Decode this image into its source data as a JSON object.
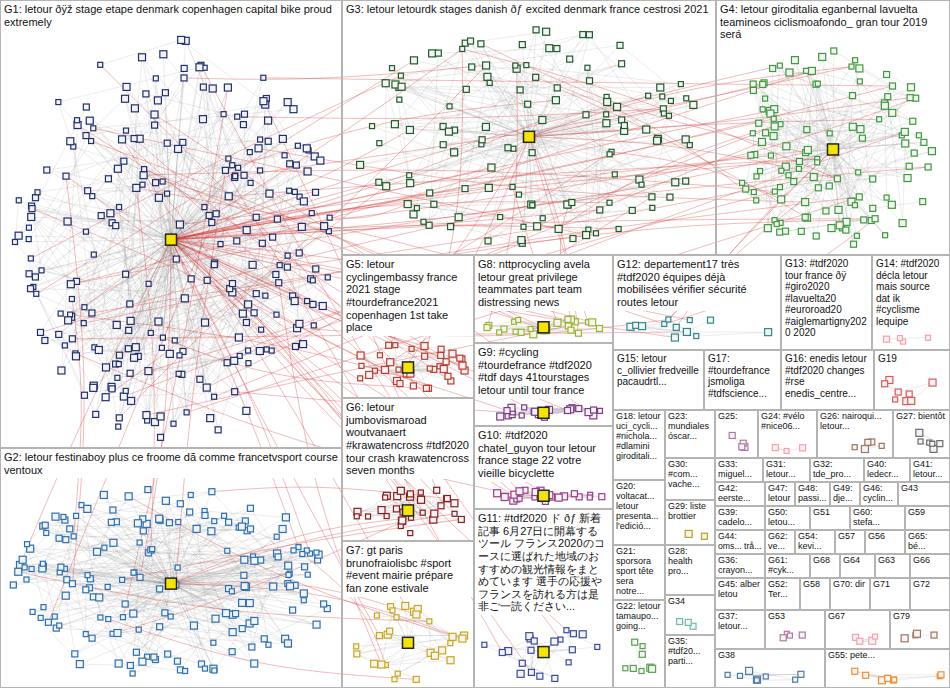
{
  "diagram": {
    "nodes": [
      {
        "text": [
          "G1: letour ðÿž stage etape denmark copenhagen capital bike proud extremely"
        ]
      },
      {
        "text": [
          "G3: letour letourdk stages danish ðƒ excited denmark france cestrosi 2021"
        ]
      },
      {
        "text": [
          "G4: letour giroditalia eganbernal lavuelta teamineos ciclismoafondo_ gran tour 2019 será"
        ]
      },
      {
        "text": [
          "G5: letour cyclingembassy france 2021 stage #tourdefrance2021 copenhagen 1st take place"
        ]
      },
      {
        "text": [
          "G8: nttprocycling avela letour great privilege teammates part team distressing news"
        ]
      },
      {
        "text": [
          "G12: departement17 très #tdf2020 équipes déjà mobilisées vérifier sécurité routes letour"
        ]
      },
      {
        "text": [
          "G13: #tdf2020 tour france ðÿ #giro2020 #lavuelta20 #euroroad20 #aiglemartigny2020 2020"
        ]
      },
      {
        "text": [
          "G14: #tdf2020 décla letour mais source dat ik #cyclisme lequipe"
        ]
      },
      {
        "text": [
          "G9: #cycling #tourdefrance #tdf2020 #tdf days 41tourstages letour until tour france"
        ]
      },
      {
        "text": [
          "G15: letour c_ollivier fredveille pacaudrtl..."
        ]
      },
      {
        "text": [
          "G17: #tourdefrance jsmoliga #tdfscience..."
        ]
      },
      {
        "text": [
          "G16: enedis letour #tdf2020 changes #rse enedis_centre..."
        ]
      },
      {
        "text": [
          "G19"
        ]
      },
      {
        "text": [
          "G6: letour jumbovismaroad woutvanaert #krawatencross #tdf2020 tour crash krawatencross seven months"
        ]
      },
      {
        "text": [
          "G18: letour uci_cycli... #nichola... #dlamini giroditali..."
        ]
      },
      {
        "text": [
          "G23: mundiales óscar..."
        ]
      },
      {
        "text": [
          "G25:"
        ]
      },
      {
        "text": [
          "G24: #vélo #nice06..."
        ]
      },
      {
        "text": [
          "G26: nairoqui... letour..."
        ]
      },
      {
        "text": [
          "G27: bientôt"
        ]
      },
      {
        "text": [
          "G10: #tdf2020 chatel_guyon tour letour france stage 22 votre vieille bicyclette"
        ]
      },
      {
        "text": [
          "G2: letour festinaboy plus ce froome dã comme francetvsport course ventoux"
        ]
      },
      {
        "text": [
          "G30: #com... vache..."
        ]
      },
      {
        "text": [
          "G33: miguel..."
        ]
      },
      {
        "text": [
          "G31: letour..."
        ]
      },
      {
        "text": [
          "G32: tde_pro..."
        ]
      },
      {
        "text": [
          "G40: ledecr..."
        ]
      },
      {
        "text": [
          "G41: letour..."
        ]
      },
      {
        "text": [
          "G20: voltacat... letour presenta... l'edició..."
        ]
      },
      {
        "text": [
          "G42: eerste..."
        ]
      },
      {
        "text": [
          "G47: letour"
        ]
      },
      {
        "text": [
          "G48: passi..."
        ]
      },
      {
        "text": [
          "G49: dje..."
        ]
      },
      {
        "text": [
          "G46: cyclin..."
        ]
      },
      {
        "text": [
          "G43"
        ]
      },
      {
        "text": [
          "G29: liste brottier"
        ]
      },
      {
        "text": [
          "G39: cadelo..."
        ]
      },
      {
        "text": [
          "G50: letou..."
        ]
      },
      {
        "text": [
          "G51"
        ]
      },
      {
        "text": [
          "G60: stefa..."
        ]
      },
      {
        "text": [
          "G59"
        ]
      },
      {
        "text": [
          "G11: #tdf2020 ド ðƒ 新着記事 6月27日に開幕するツール フランス2020のコースに選ばれた地域のおすすめの観光情報をまとめています 選手の応援やフランスを訪れる方は是非ご一読ください..."
        ]
      },
      {
        "text": [
          "G44: oms... trå..."
        ]
      },
      {
        "text": [
          "G62: ve..."
        ]
      },
      {
        "text": [
          "G54: kevi..."
        ]
      },
      {
        "text": [
          "G57"
        ]
      },
      {
        "text": [
          "G56"
        ]
      },
      {
        "text": [
          "G65: bé..."
        ]
      },
      {
        "text": [
          "G7: gt paris brunofraiolisbc #sport #event mairie prépare fan zone estivale"
        ]
      },
      {
        "text": [
          "G21: sporsora sport tête sera notre..."
        ]
      },
      {
        "text": [
          "G28: health pro..."
        ]
      },
      {
        "text": [
          "G36: crayon..."
        ]
      },
      {
        "text": [
          "G61: #cyk..."
        ]
      },
      {
        "text": [
          "G68"
        ]
      },
      {
        "text": [
          "G64"
        ]
      },
      {
        "text": [
          "G63"
        ]
      },
      {
        "text": [
          "G66"
        ]
      },
      {
        "text": [
          "G45: alber letou"
        ]
      },
      {
        "text": [
          "G52: Ter..."
        ]
      },
      {
        "text": [
          "G58"
        ]
      },
      {
        "text": [
          "G70: dir"
        ]
      },
      {
        "text": [
          "G71"
        ]
      },
      {
        "text": [
          "G72"
        ]
      },
      {
        "text": [
          "G34"
        ]
      },
      {
        "text": [
          "G22: letour tamaupo... going..."
        ]
      },
      {
        "text": [
          "G37: letour..."
        ]
      },
      {
        "text": [
          "G53"
        ]
      },
      {
        "text": [
          "G67"
        ]
      },
      {
        "text": [
          "G79"
        ]
      },
      {
        "text": [
          "G35: #tdf20... parti..."
        ]
      },
      {
        "text": [
          "G38"
        ]
      },
      {
        "text": [
          "G55: pete..."
        ]
      }
    ]
  }
}
